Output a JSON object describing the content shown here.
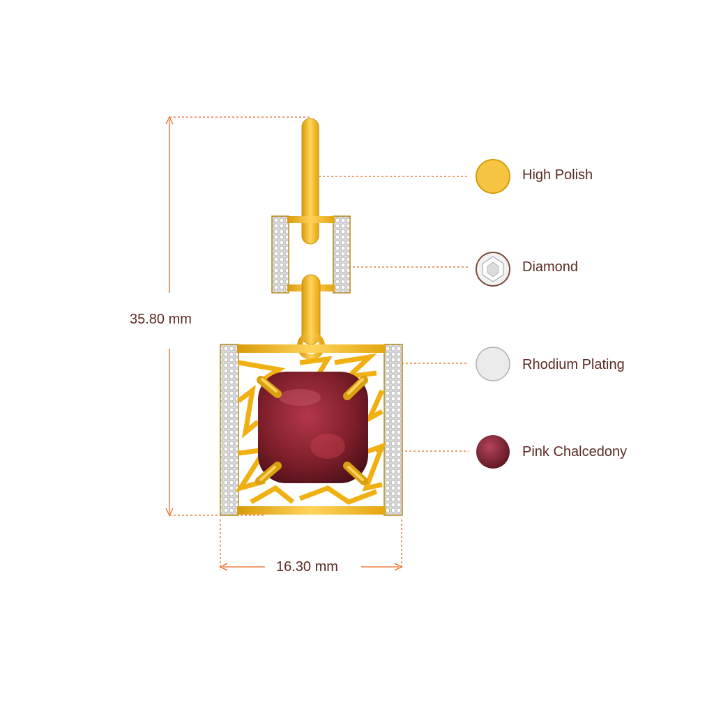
{
  "dimensions": {
    "height_label": "35.80 mm",
    "width_label": "16.30 mm"
  },
  "legend": [
    {
      "label": "High Polish",
      "swatch": "gold-swatch",
      "color": "#f5c542"
    },
    {
      "label": "Diamond",
      "swatch": "diamond-swatch",
      "color": "#e8e8e8"
    },
    {
      "label": "Rhodium Plating",
      "swatch": "rhodium-swatch",
      "color": "#ebebeb"
    },
    {
      "label": "Pink Chalcedony",
      "swatch": "stone-swatch",
      "color": "#8a2a35"
    }
  ],
  "colors": {
    "guide": "#e8671f",
    "gold": "#f5b716",
    "gold_dark": "#d99a0a",
    "stone": "#7e1f2a",
    "text": "#5a2a22"
  }
}
